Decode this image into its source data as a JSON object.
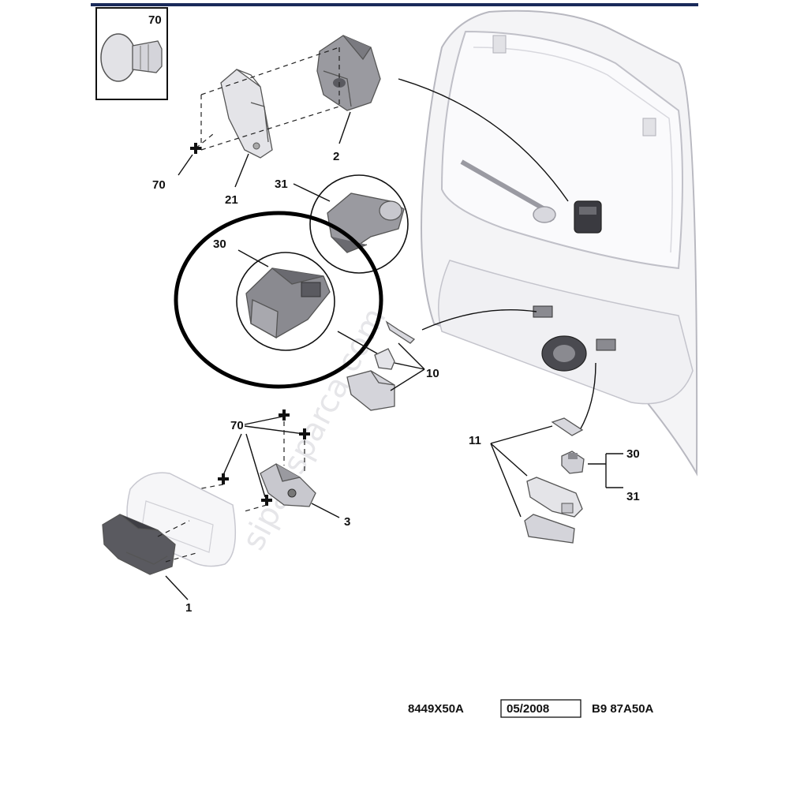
{
  "colors": {
    "ink": "#111111",
    "part_fill": "#e6e6ea",
    "part_dark": "#6a6a70",
    "highlight_ring": "#000000",
    "watermark": "#c8c8d0"
  },
  "callouts": {
    "c70_box": "70",
    "c2": "2",
    "c70_left": "70",
    "c21": "21",
    "c31_top": "31",
    "c30_circle": "30",
    "c10": "10",
    "c70_mid": "70",
    "c3": "3",
    "c1": "1",
    "c11": "11",
    "c30_right": "30",
    "c31_right": "31"
  },
  "footer": {
    "ref_code": "8449X50A",
    "date": "05/2008",
    "page_code": "B9 87A50A"
  },
  "watermark_text": "siparisparca.com"
}
